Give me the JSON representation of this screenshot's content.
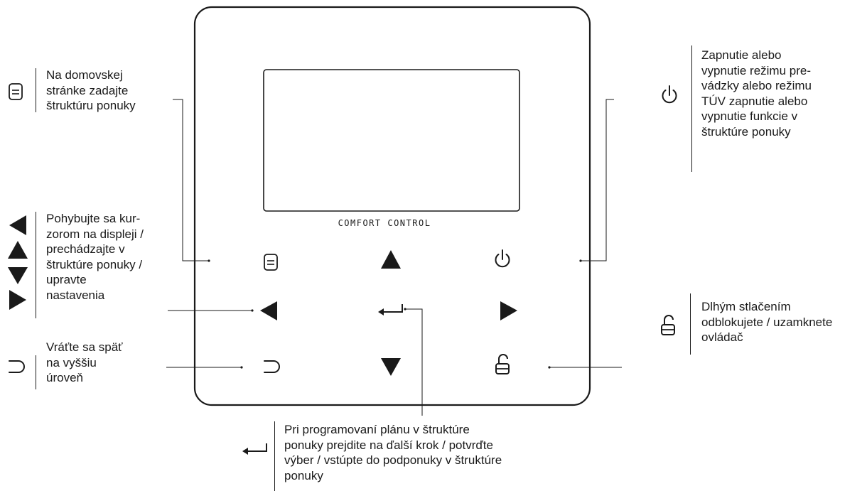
{
  "device": {
    "brand_label": "COMFORT CONTROL"
  },
  "icons": {
    "menu": "menu-icon",
    "power": "power-icon",
    "arrows": [
      "left-arrow-icon",
      "up-arrow-icon",
      "down-arrow-icon",
      "right-arrow-icon"
    ],
    "enter": "enter-icon",
    "back": "back-icon",
    "unlock": "unlock-icon"
  },
  "callouts": {
    "menu": [
      "Na domovskej",
      "stránke zadajte",
      "štruktúru ponuky"
    ],
    "arrows": [
      "Pohybujte sa kur-",
      "zorom na displeji /",
      "prechádzajte v",
      "štruktúre ponuky /",
      "upravte",
      "nastavenia"
    ],
    "back": [
      "Vráťte sa späť",
      "na vyššiu",
      "úroveň"
    ],
    "power": [
      "Zapnutie alebo",
      "vypnutie režimu pre-",
      "vádzky alebo režimu",
      "TÚV zapnutie alebo",
      "vypnutie funkcie v",
      "štruktúre ponuky"
    ],
    "unlock": [
      "Dlhým stlačením",
      "odblokujete / uzamknete",
      "ovládač"
    ],
    "enter": [
      "Pri programovaní plánu v štruktúre",
      "ponuky prejdite na ďalší krok / potvrďte",
      "výber / vstúpte do podponuky v štruktúre",
      "ponuky"
    ]
  }
}
